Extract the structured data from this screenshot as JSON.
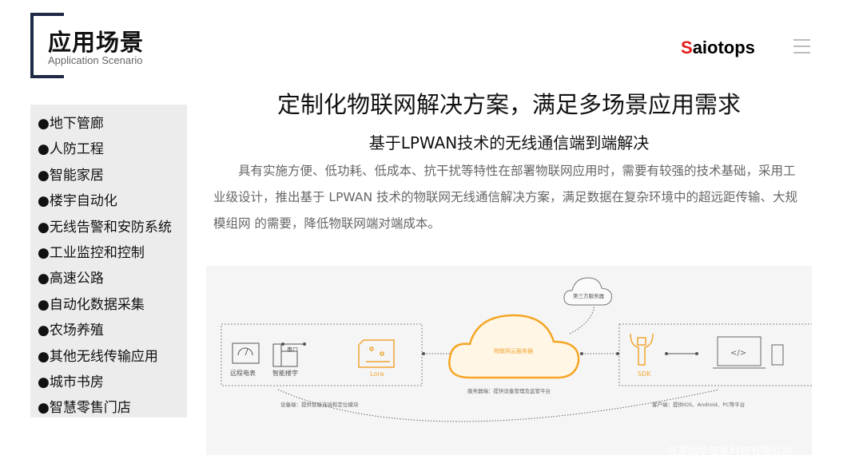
{
  "header": {
    "title": "应用场景",
    "subtitle": "Application Scenario",
    "logo_first": "S",
    "logo_rest": "aiotops"
  },
  "sidebar": {
    "items": [
      "●地下管廊",
      "●人防工程",
      "●智能家居",
      "●楼宇自动化",
      "●无线告警和安防系统",
      "●工业监控和控制",
      "●高速公路",
      "●自动化数据采集",
      "●农场养殖",
      "●其他无线传输应用",
      "●城市书房",
      "●智慧零售门店"
    ]
  },
  "main": {
    "title": "定制化物联网解决方案，满足多场景应用需求",
    "subtitle": "基于LPWAN技术的无线通信端到端解决",
    "paragraph": "具有实施方便、低功耗、低成本、抗干扰等特性在部署物联网应用时，需要有较强的技术基础，采用工业级设计，推出基于 LPWAN 技术的物联网无线通信解决方案，满足数据在复杂环境中的超远距传输、大规模组网 的需要，降低物联网端对端成本。"
  },
  "diagram": {
    "meter": "远程电表",
    "building": "智能楼宇",
    "serial": "串口",
    "lora": "Lora",
    "cloud": "物联网云服务器",
    "third_party": "第三方服务器",
    "sdk": "SDK",
    "code": "</>",
    "device_caption": "设备端：提供智能连接和定位模块",
    "server_caption": "服务器端：提供设备管理及监管平台",
    "client_caption": "客户端：提供IOS、Android、PC等平台",
    "accent": "#f5a623"
  },
  "watermark": "北京灿华信息科技有限公司"
}
